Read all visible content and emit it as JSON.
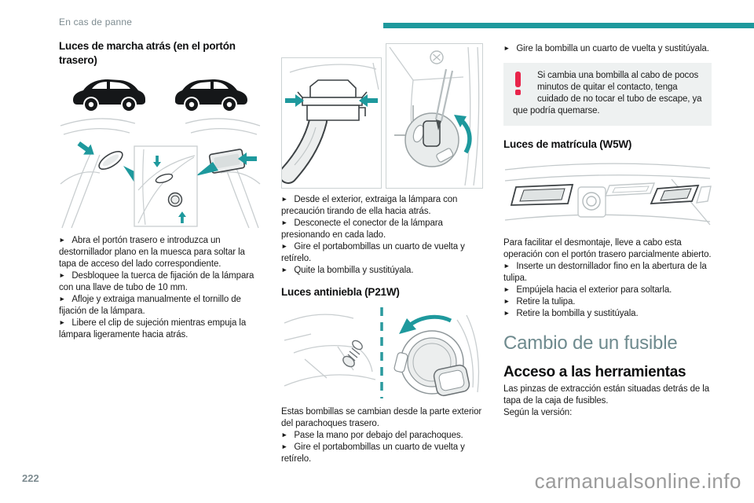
{
  "ui": {
    "bullet_marker": "►"
  },
  "header": {
    "running_title": "En cas de panne"
  },
  "footer": {
    "page_number": "222",
    "watermark": "carmanualsonline.info"
  },
  "colors": {
    "accent_teal": "#1e999d",
    "warning_red": "#e8244a"
  },
  "columns": {
    "col1": {
      "heading": "Luces de marcha atrás (en el portón trasero)",
      "steps": [
        "Abra el portón trasero e introduzca un destornillador plano en la muesca para soltar la tapa de acceso del lado correspondiente.",
        "Desbloquee la tuerca de fijación de la lámpara con una llave de tubo de 10 mm.",
        "Afloje y extraiga manualmente el tornillo de fijación de la lámpara.",
        "Libere el clip de sujeción mientras empuja la lámpara ligeramente hacia atrás."
      ]
    },
    "col2": {
      "steps_reversing": [
        "Desde el exterior, extraiga la lámpara con precaución tirando de ella hacia atrás.",
        "Desconecte el conector de la lámpara presionando en cada lado.",
        "Gire el portabombillas un cuarto de vuelta y retírelo.",
        "Quite la bombilla y sustitúyala."
      ],
      "heading_fog": "Luces antiniebla (P21W)",
      "intro_fog": "Estas bombillas se cambian desde la parte exterior del parachoques trasero.",
      "steps_fog": [
        "Pase la mano por debajo del parachoques.",
        "Gire el portabombillas un cuarto de vuelta y retírelo."
      ]
    },
    "col3": {
      "step_top": "Gire la bombilla un cuarto de vuelta y sustitúyala.",
      "warning_text": "Si cambia una bombilla al cabo de pocos minutos de quitar el contacto, tenga cuidado de no tocar el tubo de escape, ya que podría quemarse.",
      "heading_plate": "Luces de matrícula (W5W)",
      "intro_plate": "Para facilitar el desmontaje, lleve a cabo esta operación con el portón trasero parcialmente abierto.",
      "steps_plate": [
        "Inserte un destornillador fino en la abertura de la tulipa.",
        "Empújela hacia el exterior para soltarla.",
        "Retire la tulipa.",
        "Retire la bombilla y sustitúyala."
      ],
      "section_heading": "Cambio de un fusible",
      "subsection_heading": "Acceso a las herramientas",
      "tools_text_1": "Las pinzas de extracción están situadas detrás de la tapa de la caja de fusibles.",
      "tools_text_2": "Según la versión:"
    }
  }
}
